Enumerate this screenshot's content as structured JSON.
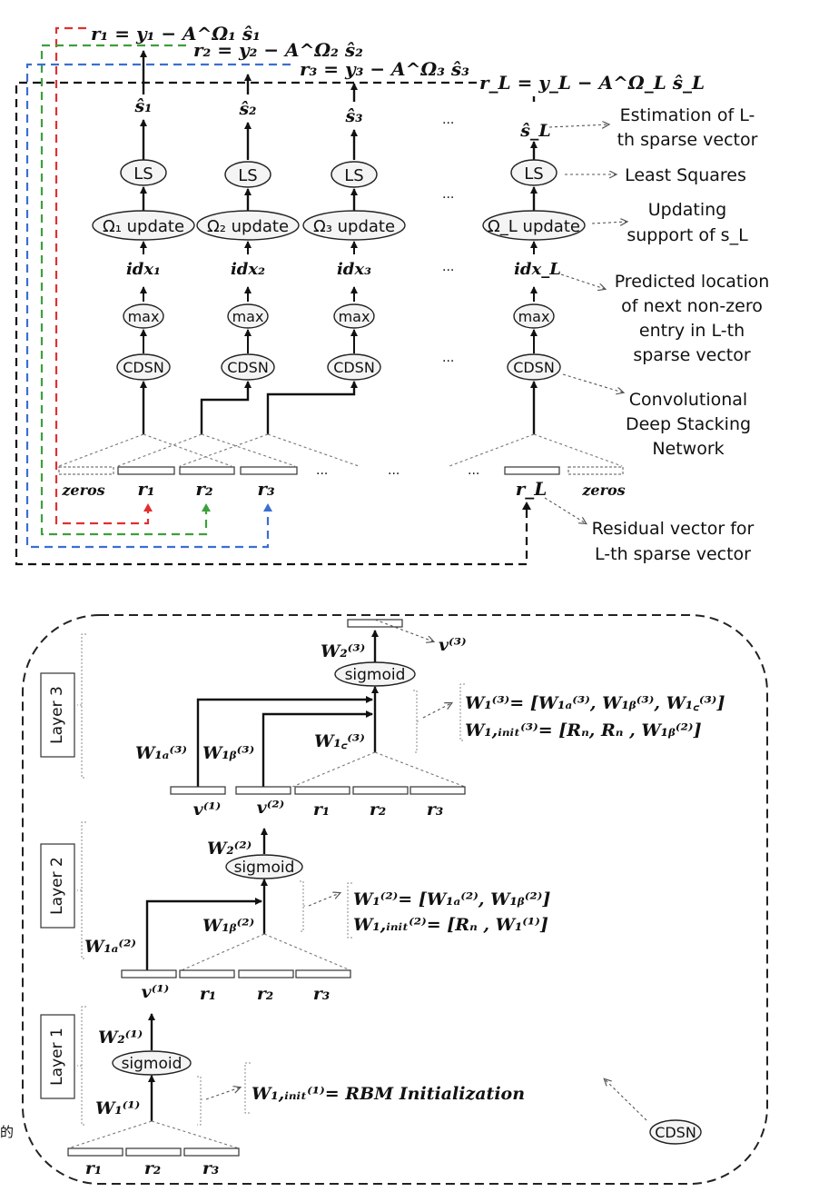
{
  "top": {
    "residual_eqs": [
      "r₁ = y₁ − A^Ω₁ ŝ₁",
      "r₂ = y₂ − A^Ω₂ ŝ₂",
      "r₃ = y₃ − A^Ω₃ ŝ₃",
      "r_L = y_L − A^Ω_L ŝ_L"
    ],
    "estimates": [
      "ŝ₁",
      "ŝ₂",
      "ŝ₃",
      "ŝ_L"
    ],
    "ls_label": "LS",
    "update_labels": [
      "Ω₁ update",
      "Ω₂ update",
      "Ω₃ update",
      "Ω_L update"
    ],
    "idx_labels": [
      "idx₁",
      "idx₂",
      "idx₃",
      "idx_L"
    ],
    "max_label": "max",
    "cdsn_label": "CDSN",
    "ellipsis": "...",
    "inputs": [
      "zeros",
      "r₁",
      "r₂",
      "r₃",
      "r_L",
      "zeros"
    ],
    "annotations": {
      "estimation": [
        "Estimation of L-",
        "th sparse vector"
      ],
      "least_squares": "Least Squares",
      "updating": [
        "Updating",
        "support of s_L"
      ],
      "predicted": [
        "Predicted location",
        "of next non-zero",
        "entry in L-th",
        "sparse vector"
      ],
      "cdsn": [
        "Convolutional",
        "Deep Stacking",
        "Network"
      ],
      "residual": [
        "Residual vector for",
        "L-th sparse vector"
      ]
    }
  },
  "bottom": {
    "layers": [
      "Layer 3",
      "Layer 2",
      "Layer 1"
    ],
    "sigmoid_label": "sigmoid",
    "cdsn_label": "CDSN",
    "side_char": "的",
    "layer3": {
      "out": "v⁽³⁾",
      "w2": "W₂⁽³⁾",
      "w1a": "W₁ₐ⁽³⁾",
      "w1b": "W₁ᵦ⁽³⁾",
      "w1c": "W₁꜀⁽³⁾",
      "eq1": "W₁⁽³⁾= [W₁ₐ⁽³⁾, W₁ᵦ⁽³⁾, W₁꜀⁽³⁾]",
      "eq2": "W₁,ᵢₙᵢₜ⁽³⁾= [Rₙ, Rₙ , W₁ᵦ⁽²⁾]",
      "inputs": [
        "v⁽¹⁾",
        "v⁽²⁾",
        "r₁",
        "r₂",
        "r₃"
      ]
    },
    "layer2": {
      "w2": "W₂⁽²⁾",
      "w1a": "W₁ₐ⁽²⁾",
      "w1b": "W₁ᵦ⁽²⁾",
      "eq1": "W₁⁽²⁾= [W₁ₐ⁽²⁾, W₁ᵦ⁽²⁾]",
      "eq2": "W₁,ᵢₙᵢₜ⁽²⁾= [Rₙ , W₁⁽¹⁾]",
      "inputs": [
        "v⁽¹⁾",
        "r₁",
        "r₂",
        "r₃"
      ]
    },
    "layer1": {
      "w2": "W₂⁽¹⁾",
      "w1": "W₁⁽¹⁾",
      "eq": "W₁,ᵢₙᵢₜ⁽¹⁾= RBM Initialization",
      "inputs": [
        "r₁",
        "r₂",
        "r₃"
      ]
    }
  }
}
